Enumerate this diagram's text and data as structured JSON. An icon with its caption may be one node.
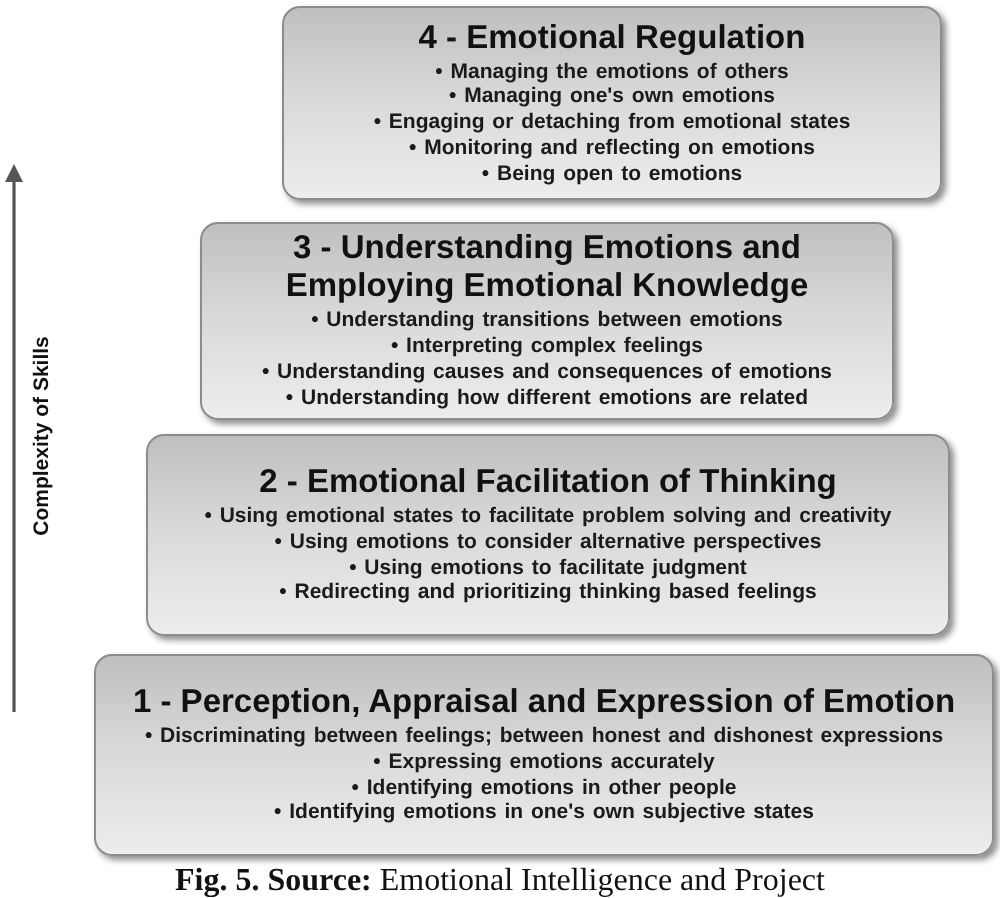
{
  "diagram": {
    "caption": "**Fig. 5. Source:** Emotional Intelligence and Project",
    "nodes": [
      {
        "text": [
          "4 - Emotional Regulation",
          "• Managing the emotions of others",
          "• Managing one's own emotions",
          "• Engaging or detaching from emotional states",
          "• Monitoring and reflecting on emotions",
          "• Being open to emotions"
        ]
      },
      {
        "text": [
          "3 - Understanding Emotions and Employing Emotional Knowledge",
          "• Understanding transitions between emotions",
          "• Interpreting complex feelings",
          "• Understanding causes and consequences of emotions",
          "• Understanding how different emotions are related"
        ]
      },
      {
        "text": [
          "2 - Emotional Facilitation of Thinking",
          "• Using emotional states to facilitate problem solving and creativity",
          "• Using emotions to consider alternative perspectives",
          "• Using emotions to facilitate judgment",
          "• Redirecting and prioritizing thinking based feelings"
        ]
      },
      {
        "text": [
          "1 - Perception, Appraisal and Expression of Emotion",
          "• Discriminating between feelings; between honest and dishonest expressions",
          "• Expressing emotions accurately",
          "• Identifying emotions in other people",
          "• Identifying emotions in one's own subjective states"
        ]
      }
    ],
    "labels": [
      "Complexity of Skills"
    ]
  }
}
